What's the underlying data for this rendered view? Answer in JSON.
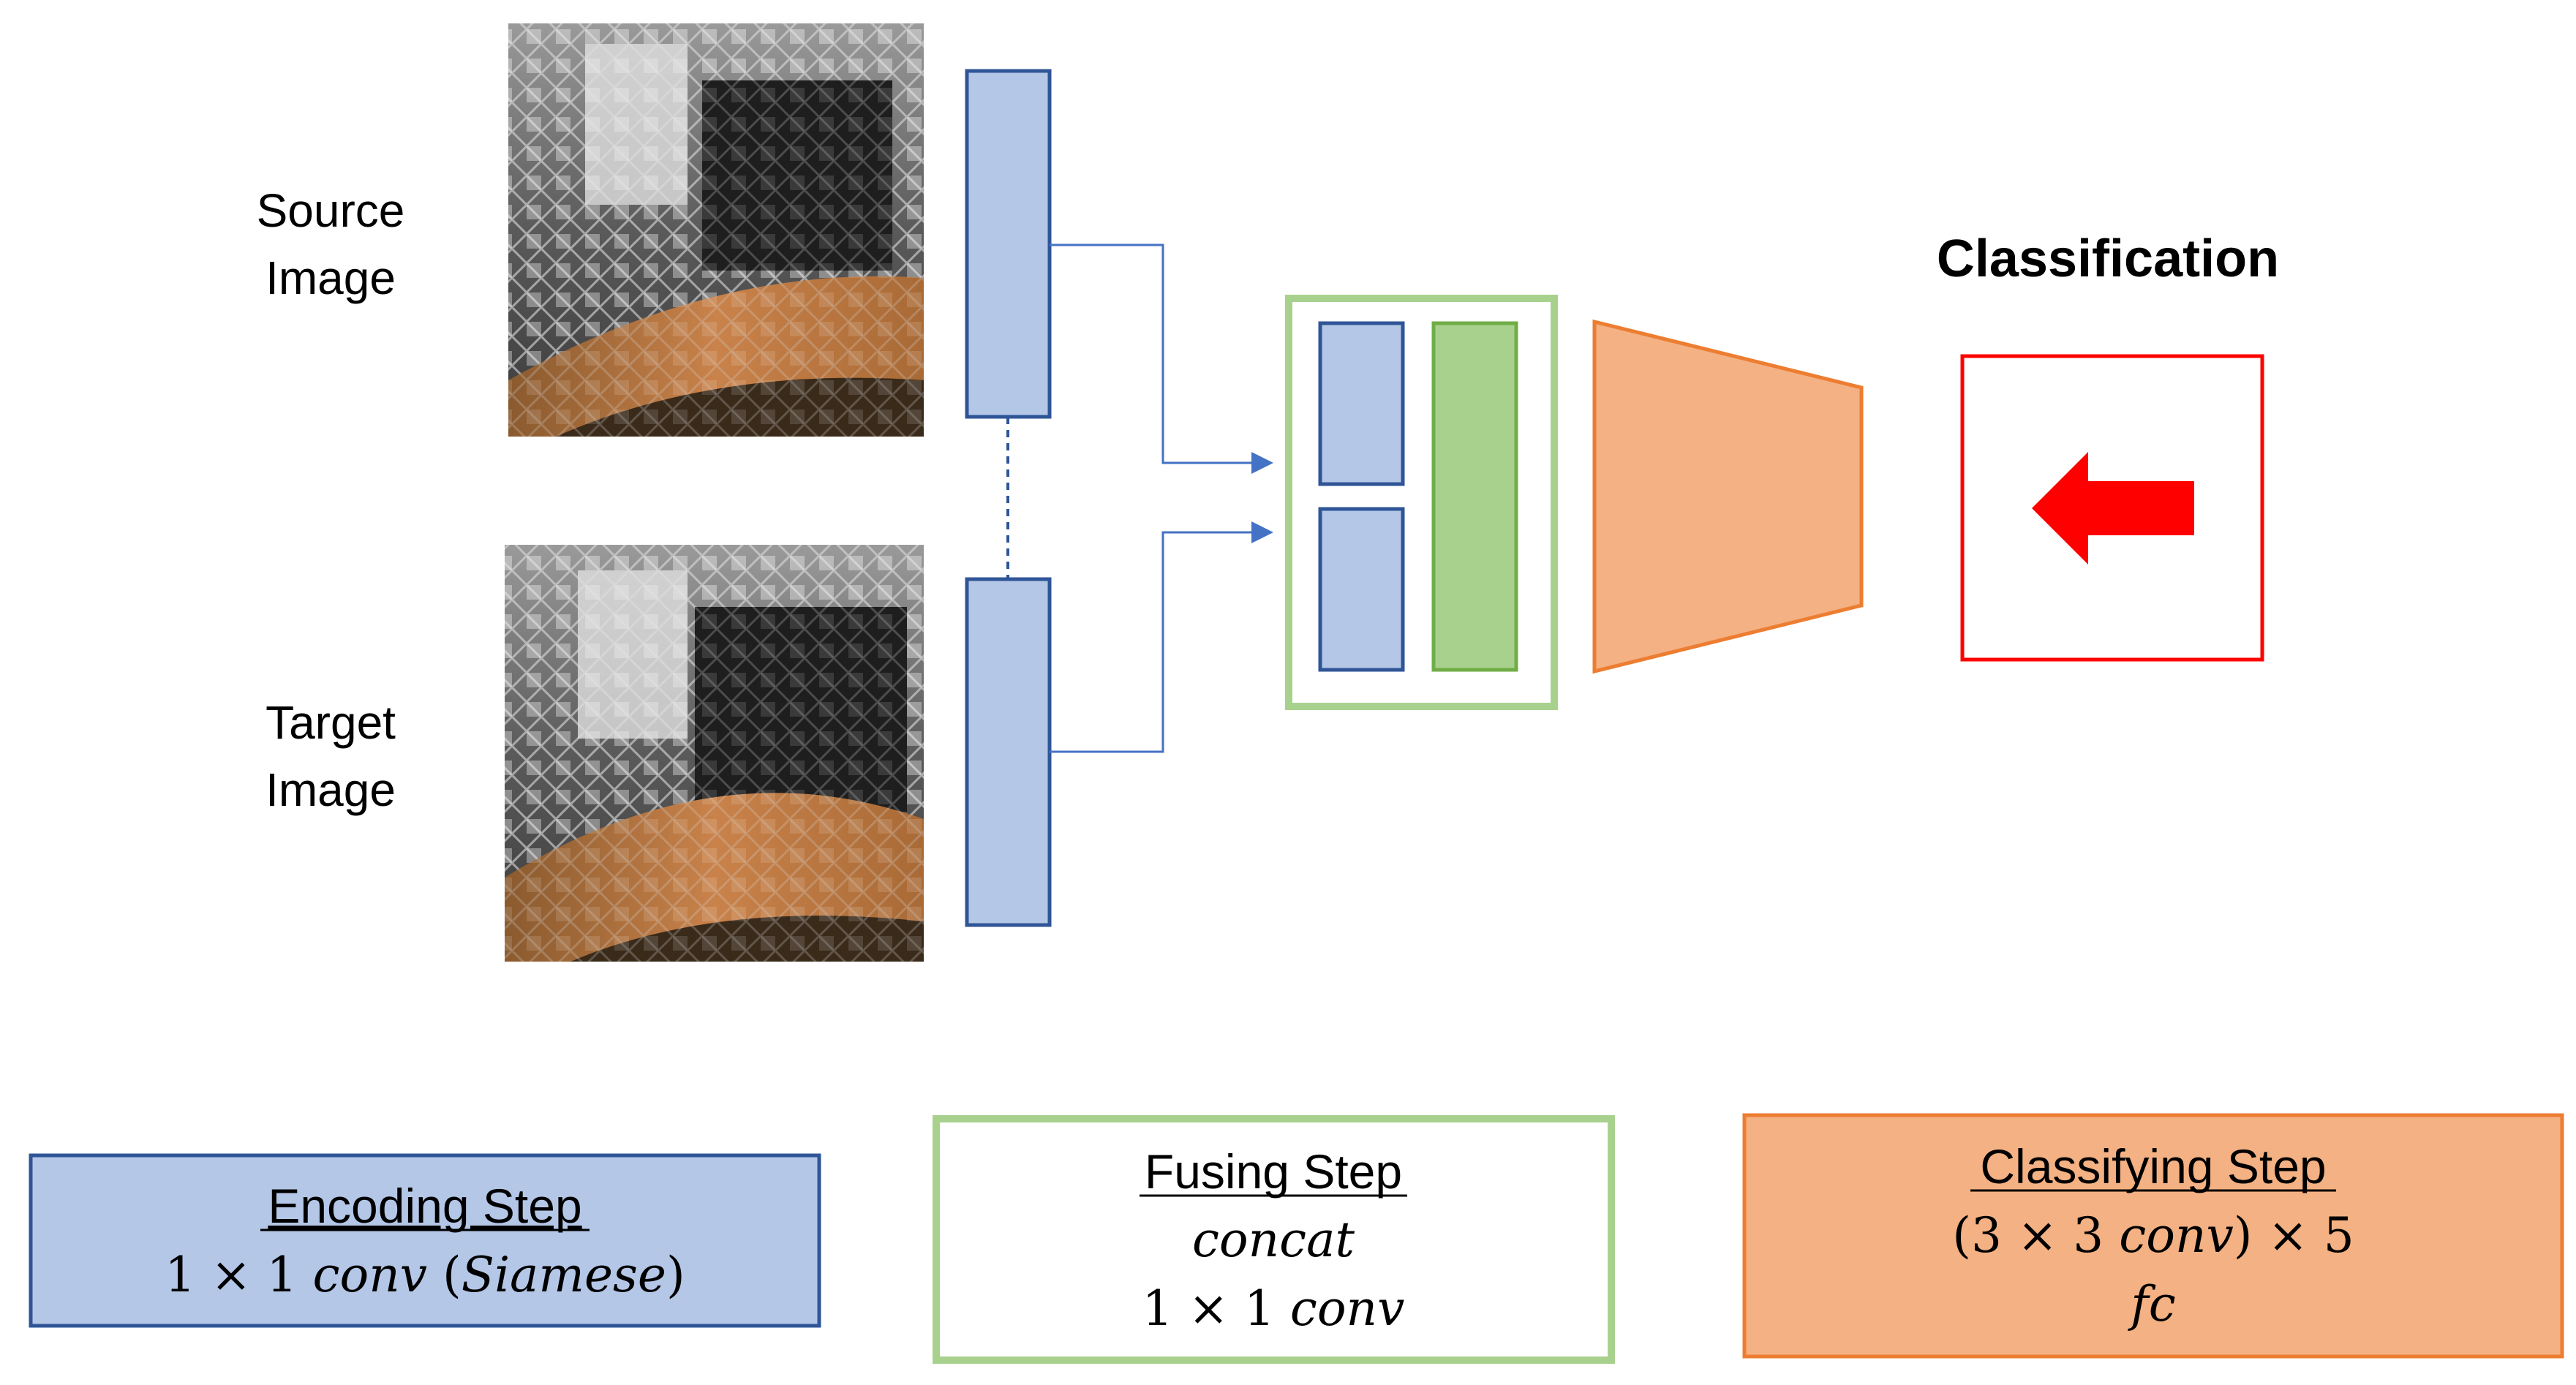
{
  "inputs": {
    "source_label_line1": "Source",
    "source_label_line2": "Image",
    "target_label_line1": "Target",
    "target_label_line2": "Image"
  },
  "classification": {
    "title": "Classification",
    "arrow_direction": "left"
  },
  "legend": {
    "encoding": {
      "title": "Encoding Step",
      "line1_a": "1 × 1 ",
      "line1_b": "conv",
      "line1_c": " (",
      "line1_d": "Siamese",
      "line1_e": ")"
    },
    "fusing": {
      "title": "Fusing Step",
      "line1": "concat",
      "line2_a": "1 × 1 ",
      "line2_b": "conv"
    },
    "classifying": {
      "title": "Classifying Step",
      "line1_a": "(3 × 3 ",
      "line1_b": "conv",
      "line1_c": ") × 5",
      "line2": "fc"
    }
  },
  "colors": {
    "encoding_fill": "#b4c7e7",
    "encoding_stroke": "#2f5597",
    "fusing_fill": "#a9d18e",
    "fusing_stroke": "#70ad47",
    "classify_fill": "#f4b183",
    "classify_stroke": "#ed7d31",
    "arrow_blue": "#4472c4",
    "result_red": "#ff0000"
  }
}
